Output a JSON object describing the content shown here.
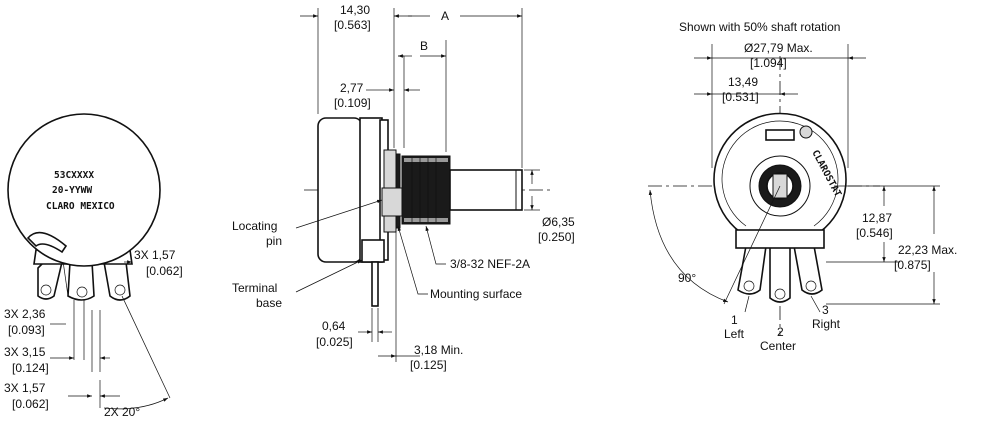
{
  "front_view": {
    "marking_lines": [
      "53CXXXX",
      "20-YYWW",
      "CLARO MEXICO"
    ],
    "dims": {
      "lug_width_1": "3X 1,57",
      "lug_width_1_in": "[0.062]",
      "lug_dia": "3X 2,36",
      "lug_dia_in": "[0.093]",
      "lug_spacing": "3X 3,15",
      "lug_spacing_in": "[0.124]",
      "lug_width_2": "3X 1,57",
      "lug_width_2_in": "[0.062]",
      "angle": "2X 20°"
    }
  },
  "side_view": {
    "dims": {
      "overall": "14,30",
      "overall_in": "[0.563]",
      "a": "A",
      "b": "B",
      "flange": "2,77",
      "flange_in": "[0.109]",
      "shaft_dia": "Ø6,35",
      "shaft_dia_in": "[0.250]",
      "terminal": "0,64",
      "terminal_in": "[0.025]",
      "mount_min": "3,18 Min.",
      "mount_min_in": "[0.125]"
    },
    "callouts": {
      "locating_pin_1": "Locating",
      "locating_pin_2": "pin",
      "terminal_base_1": "Terminal",
      "terminal_base_2": "base",
      "thread": "3/8-32 NEF-2A",
      "mounting_surface": "Mounting surface"
    }
  },
  "rear_view": {
    "caption": "Shown with 50% shaft rotation",
    "marking": "CLAROSTAT",
    "dims": {
      "max_dia": "Ø27,79 Max.",
      "max_dia_in": "[1.094]",
      "offset": "13,49",
      "offset_in": "[0.531]",
      "height": "12,87",
      "height_in": "[0.546]",
      "max_height": "22,23 Max.",
      "max_height_in": "[0.875]",
      "angle": "90°"
    },
    "terminals": [
      {
        "number": "1",
        "name": "Left"
      },
      {
        "number": "2",
        "name": "Center"
      },
      {
        "number": "3",
        "name": "Right"
      }
    ]
  }
}
